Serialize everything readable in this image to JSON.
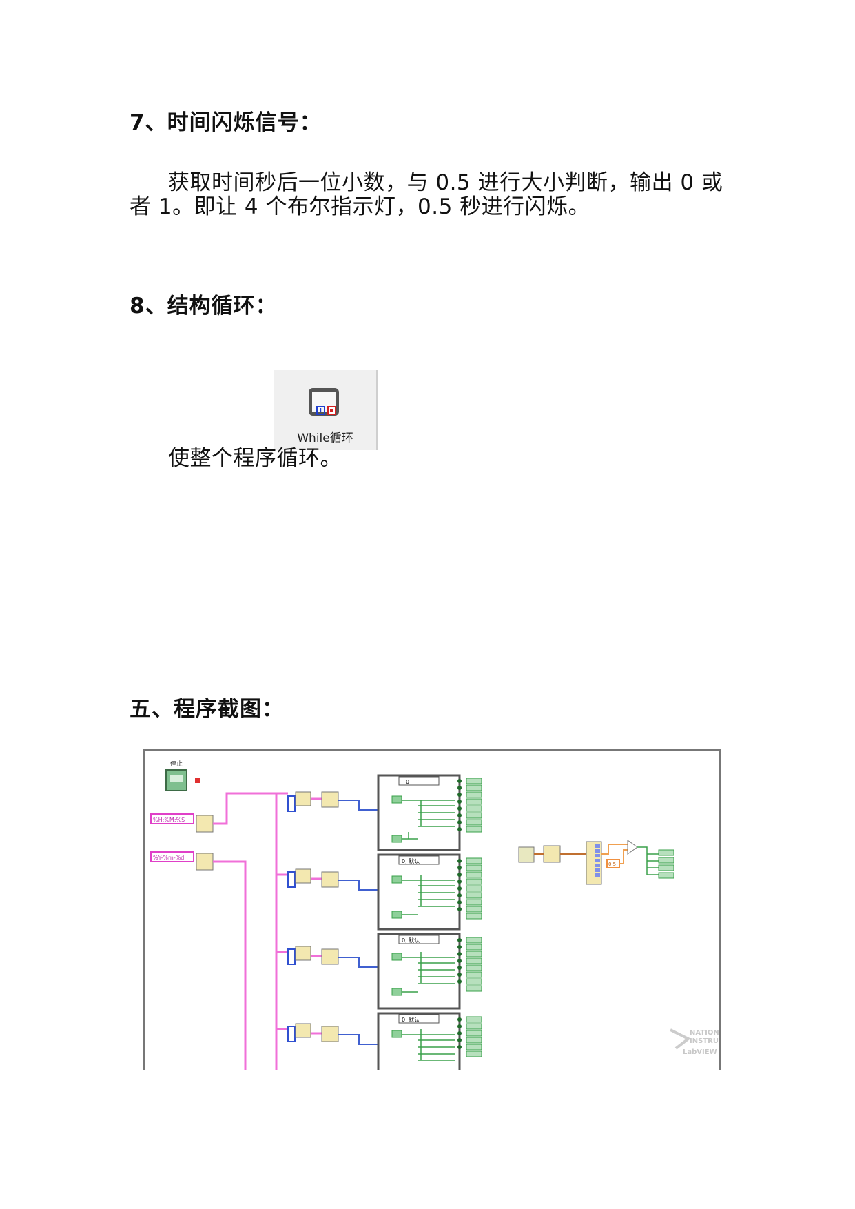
{
  "section7": {
    "heading": "7、时间闪烁信号：",
    "paragraph": "获取时间秒后一位小数，与 0.5 进行大小判断，输出 0 或者 1。即让 4 个布尔指示灯，0.5 秒进行闪烁。"
  },
  "section8": {
    "heading": "8、结构循环：",
    "icon_label": "While循环",
    "icon_name": "while-loop-icon",
    "paragraph": "使整个程序循环。"
  },
  "section5": {
    "heading": "五、程序截图："
  },
  "diagram": {
    "stop_label": "停止",
    "format1": "%H:%M:%S",
    "format2": "%Y-%m-%d",
    "case_labels": [
      "0",
      "0, 默认",
      "0, 默认",
      "0, 默认"
    ],
    "compare_constant": "0.5",
    "watermark": [
      "NATIONAL",
      "INSTRUMENTS",
      "LabVIEW"
    ]
  }
}
